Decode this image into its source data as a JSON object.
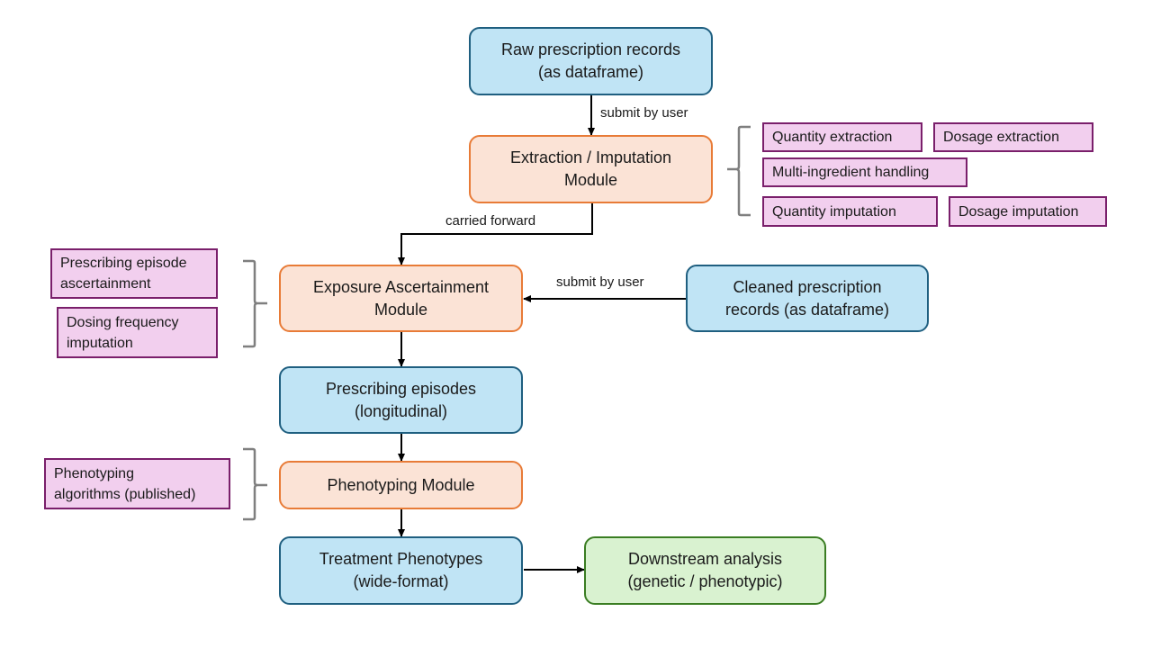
{
  "nodes": {
    "raw_records": "Raw prescription records\n(as dataframe)",
    "extraction_module": "Extraction / Imputation\nModule",
    "exposure_module": "Exposure Ascertainment\nModule",
    "cleaned_records": "Cleaned prescription\nrecords (as dataframe)",
    "prescribing_episodes": "Prescribing episodes\n(longitudinal)",
    "phenotyping_module": "Phenotyping Module",
    "treatment_phenotypes": "Treatment Phenotypes\n(wide-format)",
    "downstream_analysis": "Downstream analysis\n(genetic / phenotypic)"
  },
  "edge_labels": {
    "raw_to_extraction": "submit by user",
    "extraction_to_exposure": "carried forward",
    "cleaned_to_exposure": "submit by user"
  },
  "extraction_tags": [
    "Quantity extraction",
    "Dosage extraction",
    "Multi-ingredient handling",
    "Quantity imputation",
    "Dosage imputation"
  ],
  "exposure_tags": [
    "Prescribing episode\nascertainment",
    "Dosing frequency\nimputation"
  ],
  "phenotyping_tags": [
    "Phenotyping\nalgorithms (published)"
  ],
  "colors": {
    "data_fill": "#c0e4f5",
    "data_border": "#1f5f80",
    "module_fill": "#fbe3d6",
    "module_border": "#e87b37",
    "output_fill": "#d9f2d0",
    "output_border": "#3a7d22",
    "tag_fill": "#f2cfee",
    "tag_border": "#7a1f6b",
    "bracket": "#7f7f7f",
    "arrow": "#000000"
  }
}
